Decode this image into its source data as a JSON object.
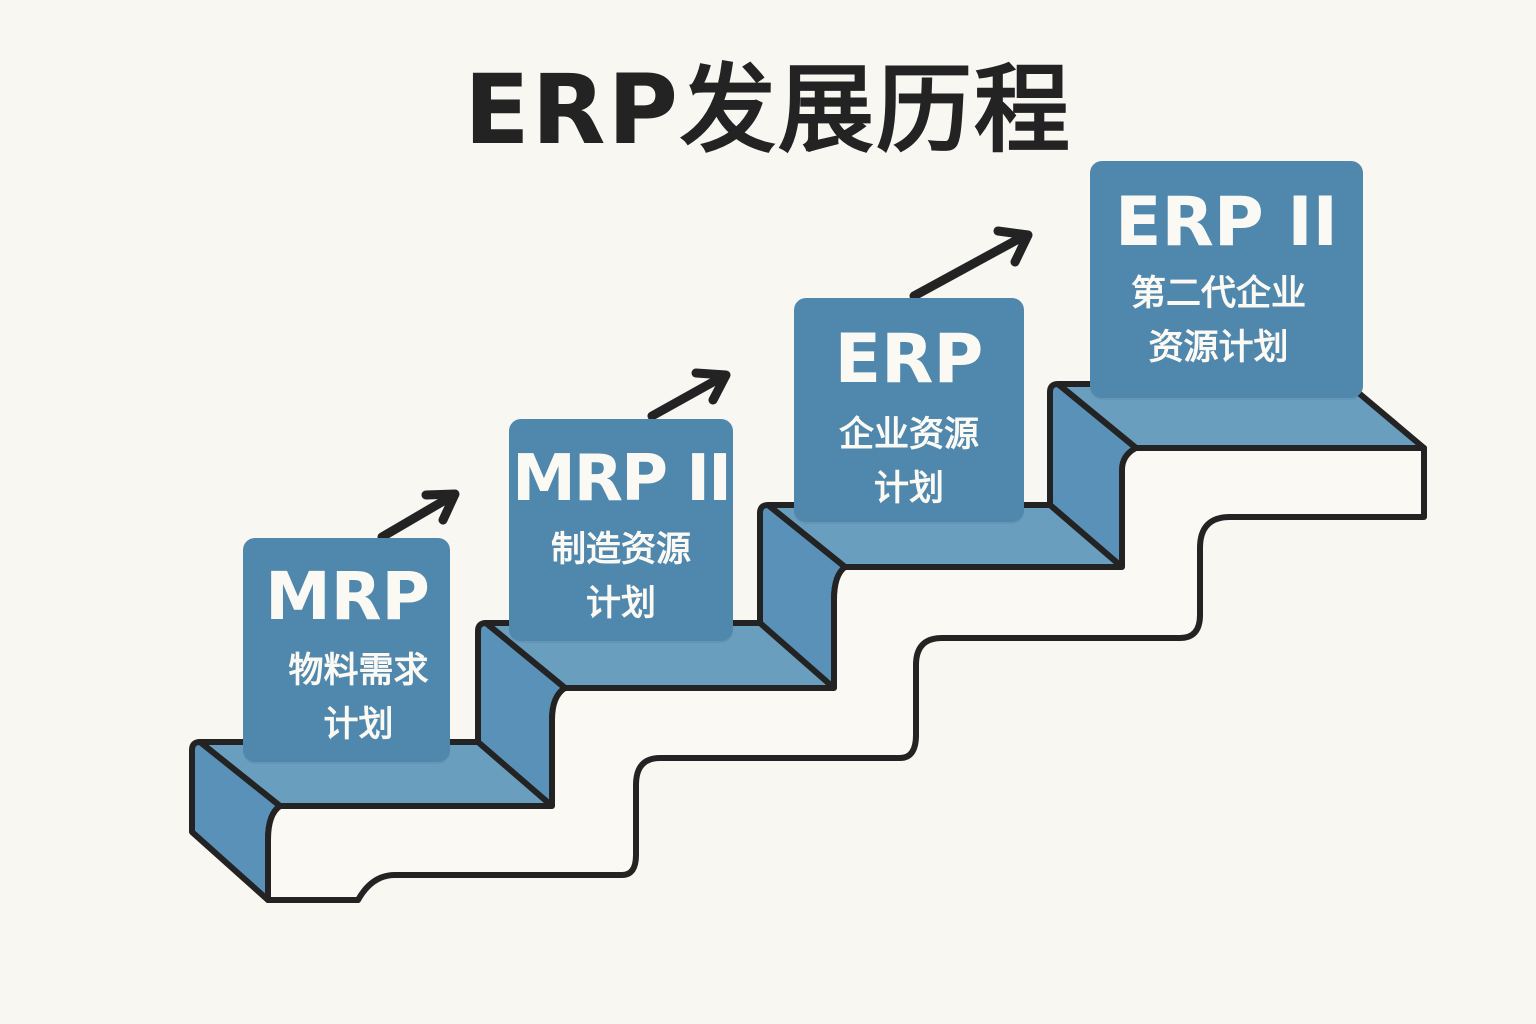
{
  "title": "ERP发展历程",
  "colors": {
    "background": "#f9f7f2",
    "step_fill": "#6a9ebf",
    "step_side": "#5a91b8",
    "card": "#4f87ad",
    "outline": "#232323",
    "text_light": "#fbf9f3"
  },
  "stages": [
    {
      "abbr": "MRP",
      "line1": "物料需求",
      "line2": "计划"
    },
    {
      "abbr": "MRP II",
      "line1": "制造资源",
      "line2": "计划"
    },
    {
      "abbr": "ERP",
      "line1": "企业资源",
      "line2": "计划"
    },
    {
      "abbr": "ERP II",
      "line1": "第二代企业",
      "line2": "资源计划"
    }
  ],
  "connectors": [
    "arrow-up-right",
    "arrow-up-right",
    "arrow-up-right"
  ]
}
